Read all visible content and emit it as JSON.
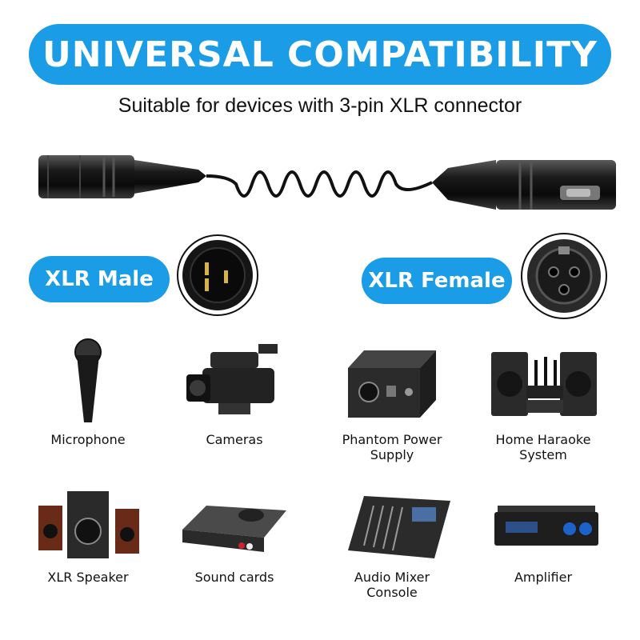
{
  "banner": {
    "title": "UNIVERSAL COMPATIBILITY"
  },
  "subtitle": "Suitable for devices with 3-pin XLR connector",
  "connectors": {
    "male_label": "XLR Male",
    "female_label": "XLR Female"
  },
  "devices": [
    {
      "label": "Microphone",
      "icon": "microphone-icon"
    },
    {
      "label": "Cameras",
      "icon": "camera-icon"
    },
    {
      "label": "Phantom Power\nSupply",
      "icon": "phantom-power-icon"
    },
    {
      "label": "Home Haraoke\nSystem",
      "icon": "karaoke-system-icon"
    },
    {
      "label": "XLR Speaker",
      "icon": "speaker-icon"
    },
    {
      "label": "Sound cards",
      "icon": "sound-card-icon"
    },
    {
      "label": "Audio Mixer\nConsole",
      "icon": "mixer-icon"
    },
    {
      "label": "Amplifier",
      "icon": "amplifier-icon"
    }
  ],
  "colors": {
    "accent": "#1a9ce6",
    "text": "#111111",
    "cable": "#111111"
  }
}
